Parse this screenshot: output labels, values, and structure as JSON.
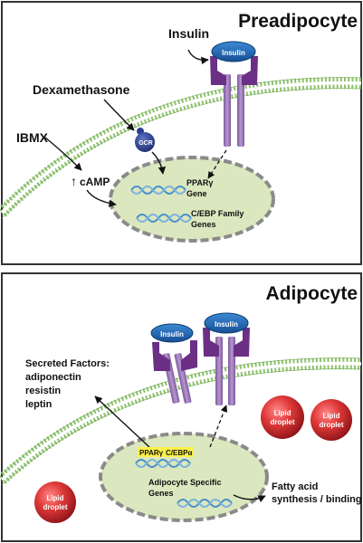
{
  "top": {
    "title": "Preadipocyte",
    "insulin_label": "Insulin",
    "receptor_label": "Insulin",
    "dexamethasone": "Dexamethasone",
    "gcr": "GCR",
    "ibmx": "IBMX",
    "camp": "cAMP",
    "camp_arrow": "↑",
    "pparg_gene_line1": "PPARγ",
    "pparg_gene_line2": "Gene",
    "cebp_line1": "C/EBP Family",
    "cebp_line2": "Genes"
  },
  "bottom": {
    "title": "Adipocyte",
    "receptor1_label": "Insulin",
    "receptor2_label": "Insulin",
    "secreted_title": "Secreted Factors:",
    "secreted_items": [
      "adiponectin",
      "resistin",
      "leptin"
    ],
    "pparg_tag": "PPARγ",
    "cebpa_tag": "C/EBPα",
    "genes_line1": "Adipocyte Specific",
    "genes_line2": "Genes",
    "fatty_line1": "Fatty acid",
    "fatty_line2": "synthesis / binding",
    "droplet_line1": "Lipid",
    "droplet_line2": "droplet"
  },
  "colors": {
    "frame": "#333333",
    "membrane": "#8dc26f",
    "receptor": "#9a78b6",
    "receptor_cap": "#6b2f86",
    "insulin": "#1f6bb5",
    "gcr": "#2e3f93",
    "nucleus_fill": "#dbe7bf",
    "nucleus_border": "#8a8a8a",
    "dna": "#4a90c8",
    "droplet": "#c8262a",
    "tag_fill": "#fff24a"
  }
}
